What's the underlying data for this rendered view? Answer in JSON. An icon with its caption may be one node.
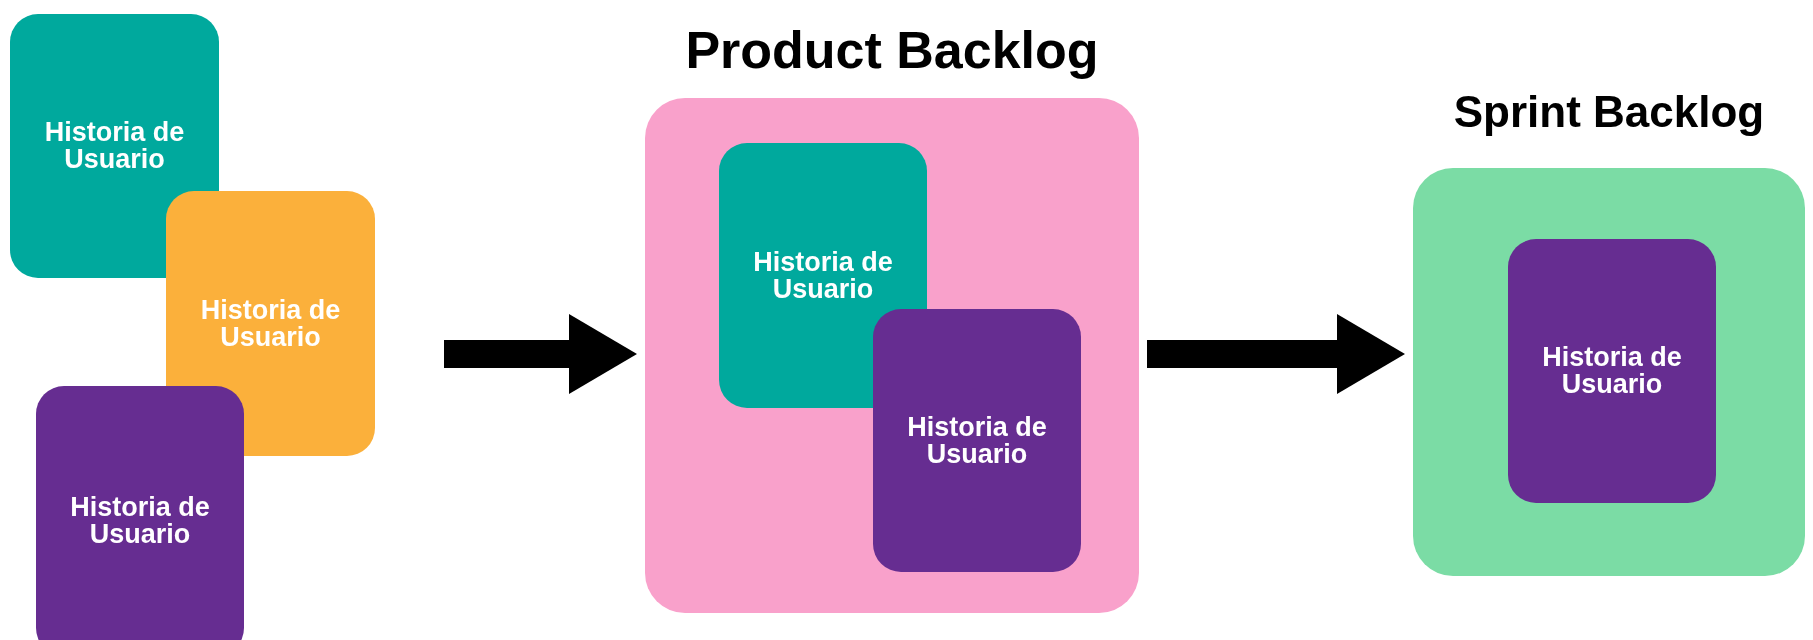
{
  "diagram": {
    "nodes": [
      {
        "text": [
          "Historia de Usuario"
        ]
      },
      {
        "text": [
          "Historia de Usuario"
        ]
      },
      {
        "text": [
          "Historia de Usuario"
        ]
      },
      {
        "text": [
          "Product Backlog"
        ]
      },
      {
        "text": [
          "Historia de Usuario"
        ],
        "in": 3
      },
      {
        "text": [
          "Historia de Usuario"
        ],
        "in": 3
      },
      {
        "text": [
          "Sprint Backlog"
        ]
      },
      {
        "text": [
          "Historia de Usuario"
        ],
        "in": 6
      }
    ],
    "edges": [
      {
        "from": null,
        "to": 3,
        "arrow": "to"
      },
      {
        "from": 3,
        "to": 6,
        "arrow": "to"
      }
    ]
  }
}
